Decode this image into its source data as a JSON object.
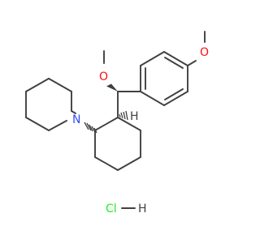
{
  "molecule": {
    "atom_labels": {
      "methoxy_oxygen_top": "O",
      "methoxy_oxygen_mid": "O",
      "nitrogen": "N",
      "stereo_hydrogen": "H",
      "salt_chlorine": "Cl",
      "salt_hydrogen": "H"
    },
    "colors": {
      "bond": "#404040",
      "oxygen": "#ff0d0d",
      "nitrogen": "#3050f8",
      "chlorine": "#1ff01f",
      "hydrogen": "#404040"
    }
  }
}
